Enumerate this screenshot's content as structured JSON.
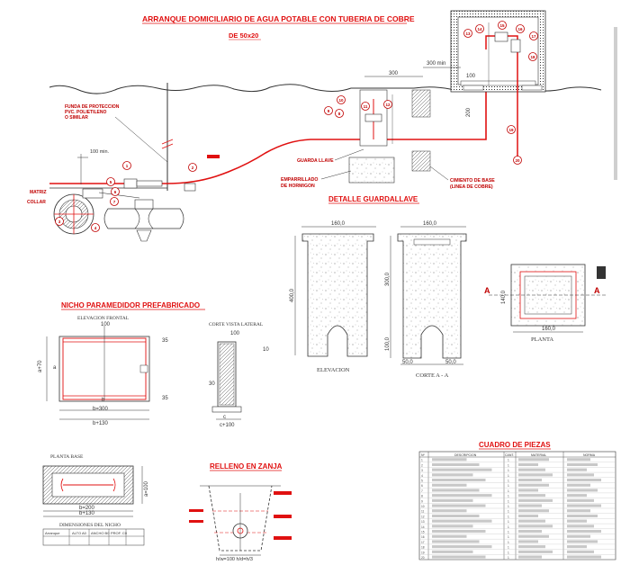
{
  "titles": {
    "main": "ARRANQUE DOMICILIARIO DE AGUA POTABLE CON TUBERIA DE COBRE",
    "de_scale": "DE 50x20",
    "guardallave": "DETALLE GUARDALLAVE",
    "nicho": "NICHO PARAMEDIDOR PREFABRICADO",
    "relleno": "RELLENO EN ZANJA",
    "cuadro": "CUADRO DE PIEZAS"
  },
  "captions": {
    "elevacion_frontal": "ELEVACION FRONTAL",
    "corte_vista_lateral": "CORTE VISTA LATERAL",
    "planta_base": "PLANTA BASE",
    "dimensiones_nicho": "DIMENSIONES DEL NICHO",
    "elevacion": "ELEVACION",
    "corte_aa": "CORTE A - A",
    "planta": "PLANTA"
  },
  "labels": {
    "funda": [
      "FUNDA DE PROTECCION",
      "PVC. POLIETILENO",
      "O SIMILAR"
    ],
    "guarda_llave": "GUARDA LLAVE",
    "emparrillado": [
      "EMPARRILLADO",
      "DE HORMIGON"
    ],
    "cimiento": [
      "CIMIENTO DE BASE",
      "(LINEA DE COBRE)"
    ],
    "matriz": "MATRIZ",
    "collar": "COLLAR",
    "sec_a": "A"
  },
  "dimensions": {
    "min100": "100 min.",
    "d300": "300",
    "d300min": "300 min",
    "d100": "100",
    "d200": "200",
    "g160": "160,0",
    "g400": "400,0",
    "g300": "300,0",
    "g100": "100,0",
    "g500": "50,0",
    "g140": "140,0",
    "n100": "100",
    "n_b300": "b=300",
    "n_b130": "b+130",
    "n_b": "b",
    "n_b200": "b=200",
    "n_a70": "a+70",
    "n_a100": "a=100",
    "n_30": "30",
    "n_35": "35",
    "n_10": "10",
    "n_100b": "c+100",
    "n_c": "c",
    "n_a": "a",
    "relleno_w": "h/w=100 h/d=h/3"
  },
  "nicho_table": {
    "headers": [
      "Arranque",
      "ALTO A0",
      "ANCHO B0",
      "PROF. C0"
    ]
  },
  "parts_table": {
    "headers": [
      "Nº",
      "DESCRIPCION",
      "CANT.",
      "MATERIAL",
      "NORMA"
    ],
    "rows": [
      [
        "1",
        "",
        "1",
        "",
        ""
      ],
      [
        "2",
        "",
        "1",
        "",
        ""
      ],
      [
        "3",
        "",
        "1",
        "",
        ""
      ],
      [
        "4",
        "",
        "1",
        "",
        ""
      ],
      [
        "5",
        "",
        "1",
        "",
        ""
      ],
      [
        "6",
        "",
        "1",
        "",
        ""
      ],
      [
        "7",
        "",
        "1",
        "",
        ""
      ],
      [
        "8",
        "",
        "1",
        "",
        ""
      ],
      [
        "9",
        "",
        "1",
        "",
        ""
      ],
      [
        "10",
        "",
        "1",
        "",
        ""
      ],
      [
        "11",
        "",
        "1",
        "",
        ""
      ],
      [
        "12",
        "",
        "1",
        "",
        ""
      ],
      [
        "13",
        "",
        "1",
        "",
        ""
      ],
      [
        "14",
        "",
        "1",
        "",
        ""
      ],
      [
        "15",
        "",
        "1",
        "",
        ""
      ],
      [
        "16",
        "",
        "1",
        "",
        ""
      ],
      [
        "17",
        "",
        "1",
        "",
        ""
      ],
      [
        "18",
        "",
        "1",
        "",
        ""
      ],
      [
        "19",
        "",
        "1",
        "",
        ""
      ],
      [
        "20",
        "",
        "1",
        "",
        ""
      ]
    ]
  },
  "callouts": [
    "1",
    "2",
    "3",
    "4",
    "5",
    "6",
    "7",
    "8",
    "9",
    "10",
    "11",
    "12",
    "13",
    "14",
    "15",
    "16",
    "17",
    "18",
    "19",
    "20"
  ],
  "colors": {
    "red": "#e01010",
    "line": "#333333",
    "concrete": "#9a9a9a",
    "watermark": "#b0b0b0"
  }
}
